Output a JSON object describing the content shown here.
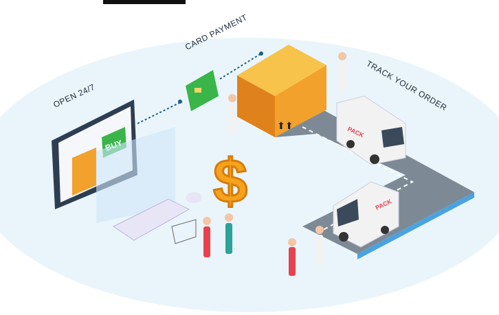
{
  "labels": {
    "open": "OPEN 24/7",
    "card": "CARD PAYMENT",
    "track": "TRACK YOUR ORDER",
    "buy": "BUY",
    "pack1": "PACK",
    "pack2": "PACK"
  },
  "colors": {
    "platform": "#e8f4fb",
    "road": "#7d8a96",
    "box": "#f2a12c",
    "card": "#39b54a",
    "dollar": "#f7a21b",
    "van": "#f2f2f2",
    "accent": "#e8414f"
  }
}
